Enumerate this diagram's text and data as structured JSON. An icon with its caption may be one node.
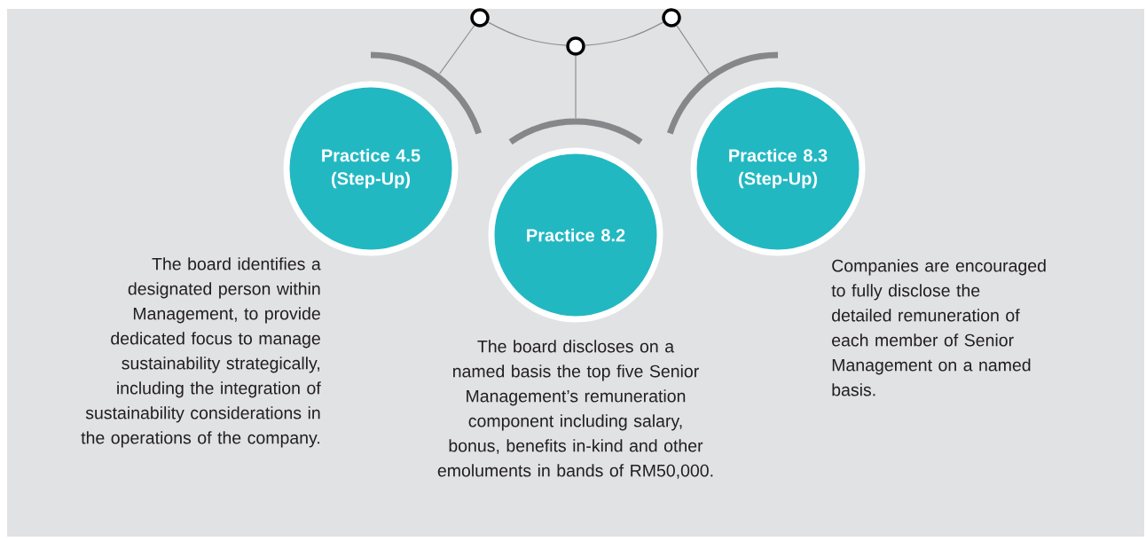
{
  "diagram": {
    "nodes": [
      {
        "text": [],
        "shape": "circle"
      },
      {
        "text": [],
        "shape": "circle"
      },
      {
        "text": [],
        "shape": "circle"
      },
      {
        "text": [
          "Practice 4.5 (Step-Up)"
        ],
        "beside": [
          "The board identifies a designated person within Management, to provide dedicated focus to manage sustainability strategically, including the integration of sustainability considerations in the operations of the company."
        ]
      },
      {
        "text": [
          "Practice 8.2"
        ],
        "beside": [
          "The board discloses on a named basis the top five Senior Management’s remuneration component including salary, bonus, benefits in-kind and other emoluments in bands of RM50,000."
        ]
      },
      {
        "text": [
          "Practice 8.3 (Step-Up)"
        ],
        "beside": [
          "Companies are encouraged to fully disclose the detailed remuneration of each member of Senior Management on a named basis."
        ]
      }
    ],
    "edges": [
      {
        "from": 0,
        "to": 1,
        "arrow": "none"
      },
      {
        "from": 1,
        "to": 2,
        "arrow": "none"
      },
      {
        "from": 0,
        "to": 3,
        "arrow": "none"
      },
      {
        "from": 1,
        "to": 4,
        "arrow": "none"
      },
      {
        "from": 2,
        "to": 5,
        "arrow": "none"
      }
    ]
  }
}
